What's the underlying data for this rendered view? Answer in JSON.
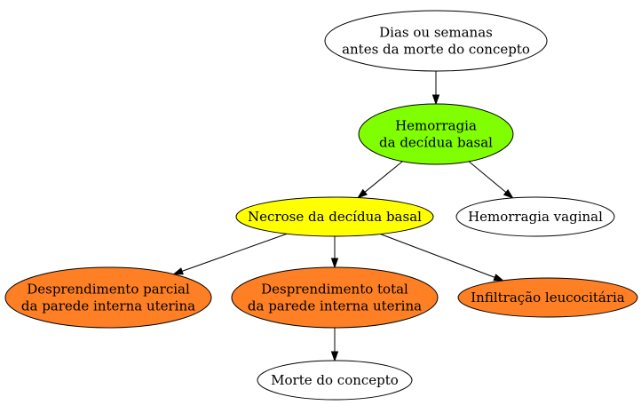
{
  "diagram": {
    "nodes": [
      {
        "id": "dias",
        "lines": [
          "Dias ou semanas",
          "antes da morte do concepto"
        ],
        "fill": "#ffffff"
      },
      {
        "id": "hemorragia-decidua",
        "lines": [
          "Hemorragia",
          "da decídua basal"
        ],
        "fill": "#7fff00"
      },
      {
        "id": "necrose",
        "lines": [
          "Necrose da decídua basal"
        ],
        "fill": "#ffff00"
      },
      {
        "id": "hemorragia-vaginal",
        "lines": [
          "Hemorragia vaginal"
        ],
        "fill": "#ffffff"
      },
      {
        "id": "desp-parcial",
        "lines": [
          "Desprendimento parcial",
          "da parede interna uterina"
        ],
        "fill": "#ff7f24"
      },
      {
        "id": "desp-total",
        "lines": [
          "Desprendimento total",
          "da parede interna uterina"
        ],
        "fill": "#ff7f24"
      },
      {
        "id": "infiltracao",
        "lines": [
          "Infiltração leucocitária"
        ],
        "fill": "#ff7f24"
      },
      {
        "id": "morte",
        "lines": [
          "Morte do concepto"
        ],
        "fill": "#ffffff"
      }
    ],
    "edges": [
      {
        "from": "dias",
        "to": "hemorragia-decidua"
      },
      {
        "from": "hemorragia-decidua",
        "to": "necrose"
      },
      {
        "from": "hemorragia-decidua",
        "to": "hemorragia-vaginal"
      },
      {
        "from": "necrose",
        "to": "desp-parcial"
      },
      {
        "from": "necrose",
        "to": "desp-total"
      },
      {
        "from": "necrose",
        "to": "infiltracao"
      },
      {
        "from": "desp-total",
        "to": "morte"
      }
    ]
  }
}
